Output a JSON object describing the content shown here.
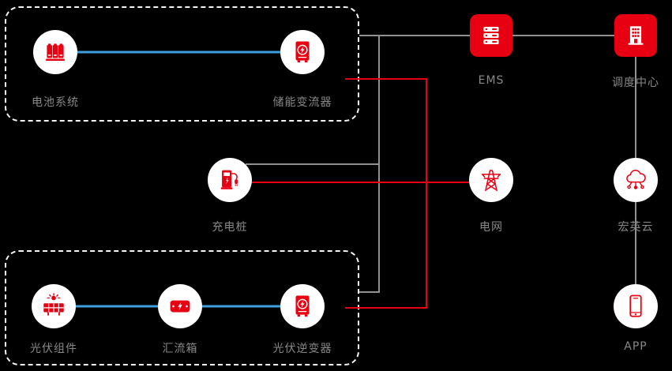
{
  "diagram": {
    "nodes": {
      "battery": {
        "label": "电池系统",
        "icon": "battery-icon"
      },
      "storage_converter": {
        "label": "储能变流器",
        "icon": "storage-converter-icon"
      },
      "charging_pile": {
        "label": "充电桩",
        "icon": "charging-pile-icon"
      },
      "pv_module": {
        "label": "光伏组件",
        "icon": "solar-panel-icon"
      },
      "combiner_box": {
        "label": "汇流箱",
        "icon": "combiner-box-icon"
      },
      "pv_inverter": {
        "label": "光伏逆变器",
        "icon": "pv-inverter-icon"
      },
      "ems": {
        "label": "EMS",
        "icon": "server-icon"
      },
      "dispatch_center": {
        "label": "调度中心",
        "icon": "building-icon"
      },
      "grid": {
        "label": "电网",
        "icon": "transmission-tower-icon"
      },
      "cloud": {
        "label": "宏英云",
        "icon": "cloud-network-icon"
      },
      "app": {
        "label": "APP",
        "icon": "smartphone-icon"
      }
    },
    "connections": [
      {
        "from": "battery",
        "to": "storage_converter",
        "type": "dc-link",
        "color": "#3e9fe0"
      },
      {
        "from": "pv_module",
        "to": "combiner_box",
        "type": "dc-link",
        "color": "#3e9fe0"
      },
      {
        "from": "combiner_box",
        "to": "pv_inverter",
        "type": "dc-link",
        "color": "#3e9fe0"
      },
      {
        "from": "storage_converter",
        "to": "ems",
        "type": "comm-line",
        "color": "#919191"
      },
      {
        "from": "charging_pile",
        "to": "ems",
        "type": "comm-line",
        "color": "#919191"
      },
      {
        "from": "pv_inverter",
        "to": "ems",
        "type": "comm-line",
        "color": "#919191"
      },
      {
        "from": "ems",
        "to": "dispatch_center",
        "type": "comm-line",
        "color": "#919191"
      },
      {
        "from": "dispatch_center",
        "to": "cloud",
        "type": "comm-line",
        "color": "#919191"
      },
      {
        "from": "cloud",
        "to": "app",
        "type": "comm-line",
        "color": "#919191"
      },
      {
        "from": "storage_converter",
        "to": "grid",
        "type": "power-line",
        "color": "#e60012"
      },
      {
        "from": "charging_pile",
        "to": "grid",
        "type": "power-line",
        "color": "#e60012"
      },
      {
        "from": "pv_inverter",
        "to": "grid",
        "type": "power-line",
        "color": "#e60012"
      }
    ],
    "colors": {
      "accent_red": "#e60012",
      "line_blue": "#3e9fe0",
      "line_gray": "#919191",
      "label_gray": "#888888",
      "box_dash": "#f5f5f5",
      "background": "#000000"
    }
  }
}
